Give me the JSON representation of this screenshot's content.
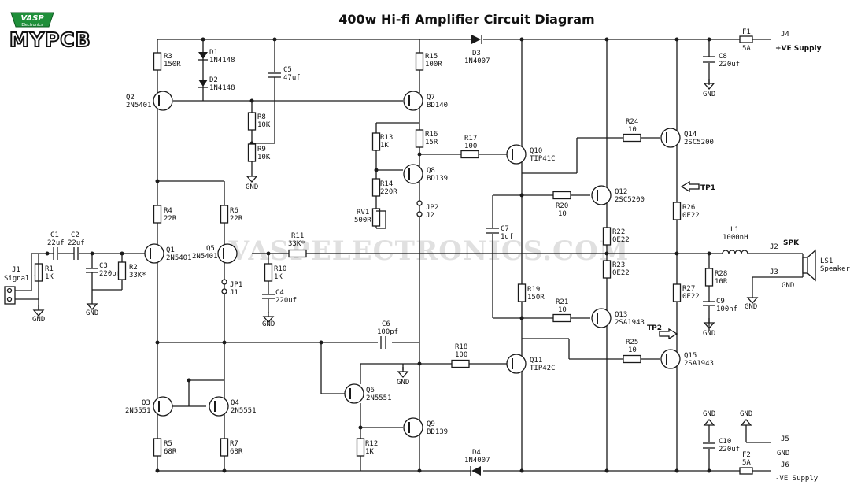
{
  "title": "400w Hi-fi Amplifier Circuit Diagram",
  "watermark": "VASPELECTRONICS.COM",
  "logo": {
    "brand": "VASP",
    "sub": "Electronics",
    "name": "MYPCB"
  },
  "labels": {
    "R3": "R3",
    "R3v": "150R",
    "D1": "D1",
    "D1v": "1N4148",
    "D2": "D2",
    "D2v": "1N4148",
    "C5": "C5",
    "C5v": "47uf",
    "R8": "R8",
    "R8v": "10K",
    "R9": "R9",
    "R9v": "10K",
    "D3": "D3",
    "D3v": "1N4007",
    "R15": "R15",
    "R15v": "100R",
    "Q7": "Q7",
    "Q7v": "BD140",
    "Q2": "Q2",
    "Q2v": "2N5401",
    "R13": "R13",
    "R13v": "1K",
    "R16": "R16",
    "R16v": "15R",
    "R17": "R17",
    "R17v": "100",
    "Q10": "Q10",
    "Q10v": "TIP41C",
    "Q8": "Q8",
    "Q8v": "BD139",
    "R14": "R14",
    "R14v": "220R",
    "RV1": "RV1",
    "RV1v": "500R",
    "JP2": "JP2",
    "J2": "J2",
    "R24": "R24",
    "R24v": "10",
    "Q14": "Q14",
    "Q14v": "2SC5200",
    "F1": "F1",
    "F1v": "5A",
    "J4": "J4",
    "VEplus": "+VE Supply",
    "C8": "C8",
    "C8v": "220uf",
    "R20": "R20",
    "R20v": "10",
    "Q12": "Q12",
    "Q12v": "2SC5200",
    "TP1": "TP1",
    "R26": "R26",
    "R26v": "0E22",
    "R22": "R22",
    "R22v": "0E22",
    "R23": "R23",
    "R23v": "0E22",
    "L1": "L1",
    "L1v": "1000nH",
    "SPK": "SPK",
    "J2b": "J2",
    "J3": "J3",
    "LS1": "LS1",
    "LS1v": "Speaker",
    "R28": "R28",
    "R28v": "10R",
    "C9": "C9",
    "C9v": "100nf",
    "C7": "C7",
    "C7v": "1uf",
    "R19": "R19",
    "R19v": "150R",
    "R21": "R21",
    "R21v": "10",
    "Q13": "Q13",
    "Q13v": "2SA1943",
    "R27": "R27",
    "R27v": "0E22",
    "TP2": "TP2",
    "R25": "R25",
    "R25v": "10",
    "Q15": "Q15",
    "Q15v": "2SA1943",
    "C1": "C1",
    "C1v": "22uf",
    "C2": "C2",
    "C2v": "22uf",
    "J1": "J1",
    "SignalIN": "Signal IN",
    "R1": "R1",
    "R1v": "1K",
    "C3": "C3",
    "C3v": "220pf",
    "R2": "R2",
    "R2v": "33K*",
    "Q1": "Q1",
    "Q1v": "2N5401",
    "Q5": "Q5",
    "Q5v": "2N5401",
    "R4": "R4",
    "R4v": "22R",
    "R6": "R6",
    "R6v": "22R",
    "R11": "R11",
    "R11v": "33K*",
    "R10": "R10",
    "R10v": "1K",
    "C4": "C4",
    "C4v": "220uf",
    "JP1": "JP1",
    "J1b": "J1",
    "C6": "C6",
    "C6v": "100pf",
    "R18": "R18",
    "R18v": "100",
    "Q11": "Q11",
    "Q11v": "TIP42C",
    "Q3": "Q3",
    "Q3v": "2N5551",
    "Q4": "Q4",
    "Q4v": "2N5551",
    "Q6": "Q6",
    "Q6v": "2N5551",
    "Q9": "Q9",
    "Q9v": "BD139",
    "R5": "R5",
    "R5v": "68R",
    "R7": "R7",
    "R7v": "68R",
    "R12": "R12",
    "R12v": "1K",
    "D4": "D4",
    "D4v": "1N4007",
    "C10": "C10",
    "C10v": "220uf",
    "F2": "F2",
    "F2v": "5A",
    "J5": "J5",
    "J6": "J6",
    "VEminus": "-VE Supply",
    "GND": "GND"
  }
}
